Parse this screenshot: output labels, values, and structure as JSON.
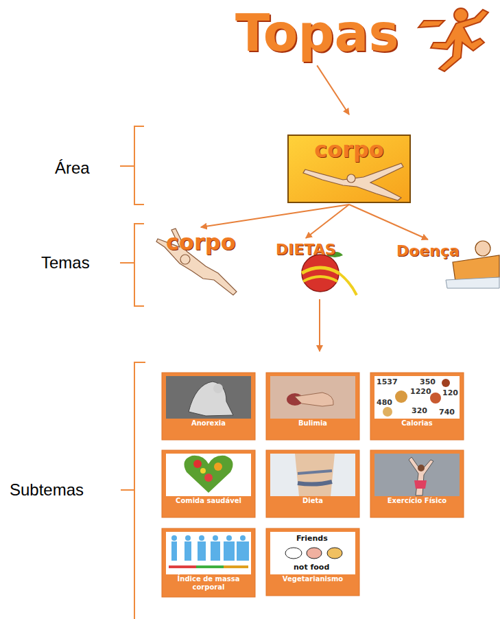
{
  "diagram": {
    "nodes": [
      {
        "text": [
          "Topas"
        ]
      },
      {
        "text": [
          "corpo"
        ]
      },
      {
        "text": [
          "corpo"
        ]
      },
      {
        "text": [
          "DIETAS"
        ]
      },
      {
        "text": [
          "Doença"
        ]
      },
      {
        "text": [
          "Anorexia"
        ]
      },
      {
        "text": [
          "Bulimia"
        ]
      },
      {
        "text": [
          "Calorias"
        ]
      },
      {
        "text": [
          "Comida saudável"
        ]
      },
      {
        "text": [
          "Dieta"
        ]
      },
      {
        "text": [
          "Exercício Físico"
        ]
      },
      {
        "text": [
          "Índice de massa corporal"
        ]
      },
      {
        "text": [
          "Vegetarianismo"
        ]
      }
    ],
    "edges": [
      {
        "from": 0,
        "to": 1,
        "arrow": "to"
      },
      {
        "from": 1,
        "to": 2,
        "arrow": "to"
      },
      {
        "from": 1,
        "to": 3,
        "arrow": "to"
      },
      {
        "from": 1,
        "to": 4,
        "arrow": "to"
      }
    ],
    "labels": [
      "Área",
      "Temas",
      "Subtemas",
      "1537",
      "350",
      "1220",
      "120",
      "480",
      "320",
      "740",
      "Friends",
      "not food"
    ]
  }
}
